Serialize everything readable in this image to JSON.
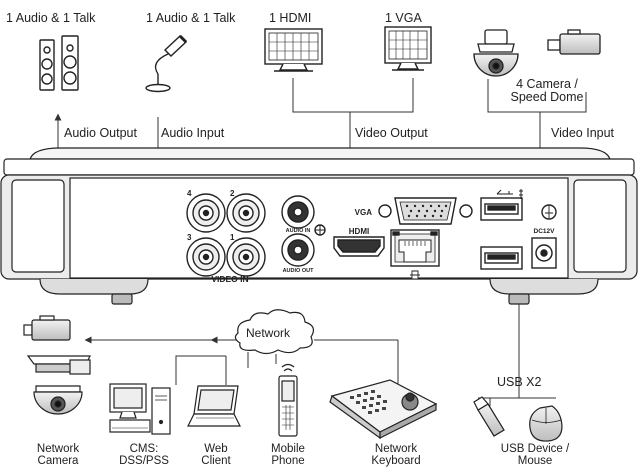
{
  "top_labels": {
    "audio_talk_1": "1 Audio  & 1 Talk",
    "audio_talk_2": "1 Audio & 1 Talk",
    "hdmi": "1 HDMI",
    "vga": "1 VGA",
    "camera": "4  Camera /\nSpeed Dome"
  },
  "flow_labels": {
    "audio_output": "Audio  Output",
    "audio_input": "Audio  Input",
    "video_output": "Video Output",
    "video_input": "Video Input",
    "usb_x2": "USB X2"
  },
  "panel_labels": {
    "video_in": "VIDEO IN",
    "audio_in": "AUDIO IN",
    "audio_out": "AUDIO OUT",
    "vga": "VGA",
    "hdmi": "HDMI",
    "dc": "DC12V",
    "bnc_1": "1",
    "bnc_2": "2",
    "bnc_3": "3",
    "bnc_4": "4"
  },
  "network_label": "Network",
  "bottom_labels": {
    "network_camera": "Network\nCamera",
    "cms": "CMS:\nDSS/PSS",
    "web_client": "Web\nClient",
    "mobile_phone": "Mobile\nPhone",
    "network_keyboard": "Network\nKeyboard",
    "usb_device": "USB Device /\nMouse"
  }
}
